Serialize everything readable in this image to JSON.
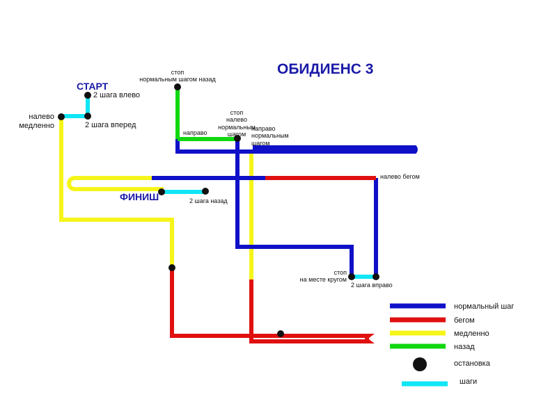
{
  "title": "ОБИДИЕНС 3",
  "labels": {
    "start": "СТАРТ",
    "finish": "ФИНИШ",
    "two_steps_left": "2 шага влево",
    "two_steps_forward": "2 шага вперед",
    "left_slow_1": "налево",
    "left_slow_2": "медленно",
    "stop_back_1": "стоп",
    "stop_back_2": "нормальным шагом назад",
    "right_turn": "направо",
    "stop_left_1": "стоп",
    "stop_left_2": "налево",
    "stop_left_3": "нормальным",
    "stop_left_4": "шагом",
    "right_normal_1": "направо",
    "right_normal_2": "нормальным",
    "right_normal_3": "шагом",
    "left_run": "налево бегом",
    "two_steps_back": "2 шага назад",
    "stop_circle_1": "стоп",
    "stop_circle_2": "на месте кругом",
    "two_steps_right": "2 шага вправо"
  },
  "legend": [
    {
      "label": "нормальный шаг",
      "color": "#1010c8",
      "kind": "line"
    },
    {
      "label": "бегом",
      "color": "#e01010",
      "kind": "line"
    },
    {
      "label": "медленно",
      "color": "#f5f51a",
      "kind": "line"
    },
    {
      "label": "назад",
      "color": "#10d810",
      "kind": "line"
    },
    {
      "label": "остановка",
      "color": "#111111",
      "kind": "dot"
    },
    {
      "label": "шаги",
      "color": "#10e6f5",
      "kind": "line"
    }
  ],
  "colors": {
    "normal": "#1010c8",
    "run": "#e01010",
    "slow": "#f5f51a",
    "back": "#10d810",
    "stop": "#111111",
    "steps": "#10e6f5"
  }
}
